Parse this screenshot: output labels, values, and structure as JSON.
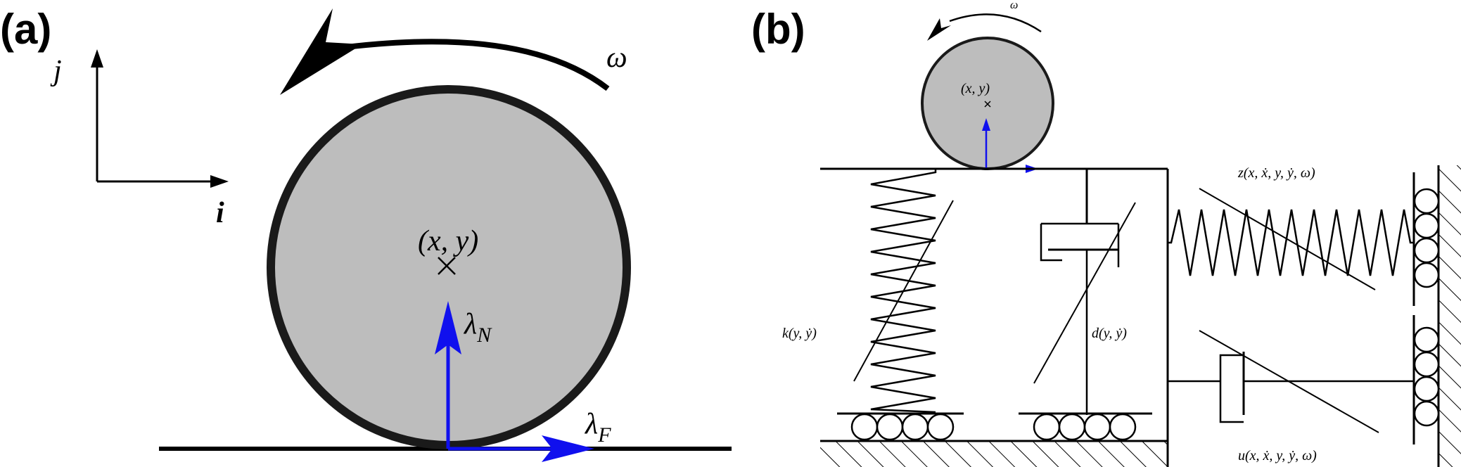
{
  "panels": {
    "a": {
      "label": "(a)",
      "axis_j": "j",
      "axis_i": "i",
      "omega": "ω",
      "center_label": "(x, y)",
      "normal_force": "λ",
      "normal_sub": "N",
      "friction_force": "λ",
      "friction_sub": "F"
    },
    "b": {
      "label": "(b)",
      "omega": "ω",
      "center_label": "(x, y)",
      "spring_k": "k(y, ẏ)",
      "damper_d": "d(y, ẏ)",
      "spring_z": "z(x, ẋ, y, ẏ, ω)",
      "damper_u": "u(x, ẋ, y, ẏ, ω)"
    }
  },
  "colors": {
    "disk_fill": "#bdbdbd",
    "force_arrow": "#1010ee",
    "line": "#000000"
  }
}
